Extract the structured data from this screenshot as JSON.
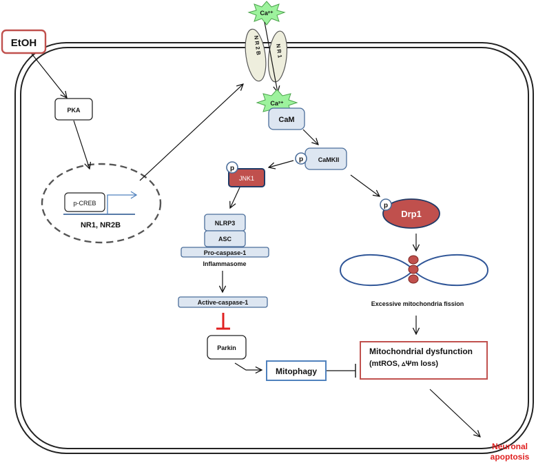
{
  "colors": {
    "cell_stroke": "#222222",
    "box_fill": "#dde6f1",
    "box_stroke": "#4a6d9a",
    "red_fill": "#c0504d",
    "red_stroke": "#7a2420",
    "star_fill": "#9df29d",
    "star_stroke": "#4aa34a",
    "receptor_fill": "#eeeedd",
    "inhibit_red": "#e02020",
    "apoptosis_red": "#e02020",
    "etoh_border": "#c0504d",
    "mitophagy_border": "#4f81bd",
    "mito_stroke": "#2f5597"
  },
  "labels": {
    "etoh": "EtOH",
    "ca_top": "Ca²⁺",
    "ca_inner": "Ca²⁺",
    "nr2b": "N R 2 B",
    "nr1": "N R 1",
    "pka": "PKA",
    "pcreb": "p-CREB",
    "nr1_nr2b": "NR1, NR2B",
    "cam": "CaM",
    "camkii": "CaMKII",
    "p_camkii": "p",
    "jnk1": "JNK1",
    "p_jnk1": "p",
    "nlrp3": "NLRP3",
    "asc": "ASC",
    "procaspase": "Pro-caspase-1",
    "inflammasome": "Inflammasome",
    "active_caspase": "Active-caspase-1",
    "parkin": "Parkin",
    "mitophagy": "Mitophagy",
    "drp1": "Drp1",
    "p_drp1": "p",
    "fission": "Excessive mitochondria fission",
    "dysfunction_line1": "Mitochondrial dysfunction",
    "dysfunction_line2": "(mtROS, ▵Ψm loss)",
    "apoptosis_line1": "Neuronal",
    "apoptosis_line2": "apoptosis"
  }
}
